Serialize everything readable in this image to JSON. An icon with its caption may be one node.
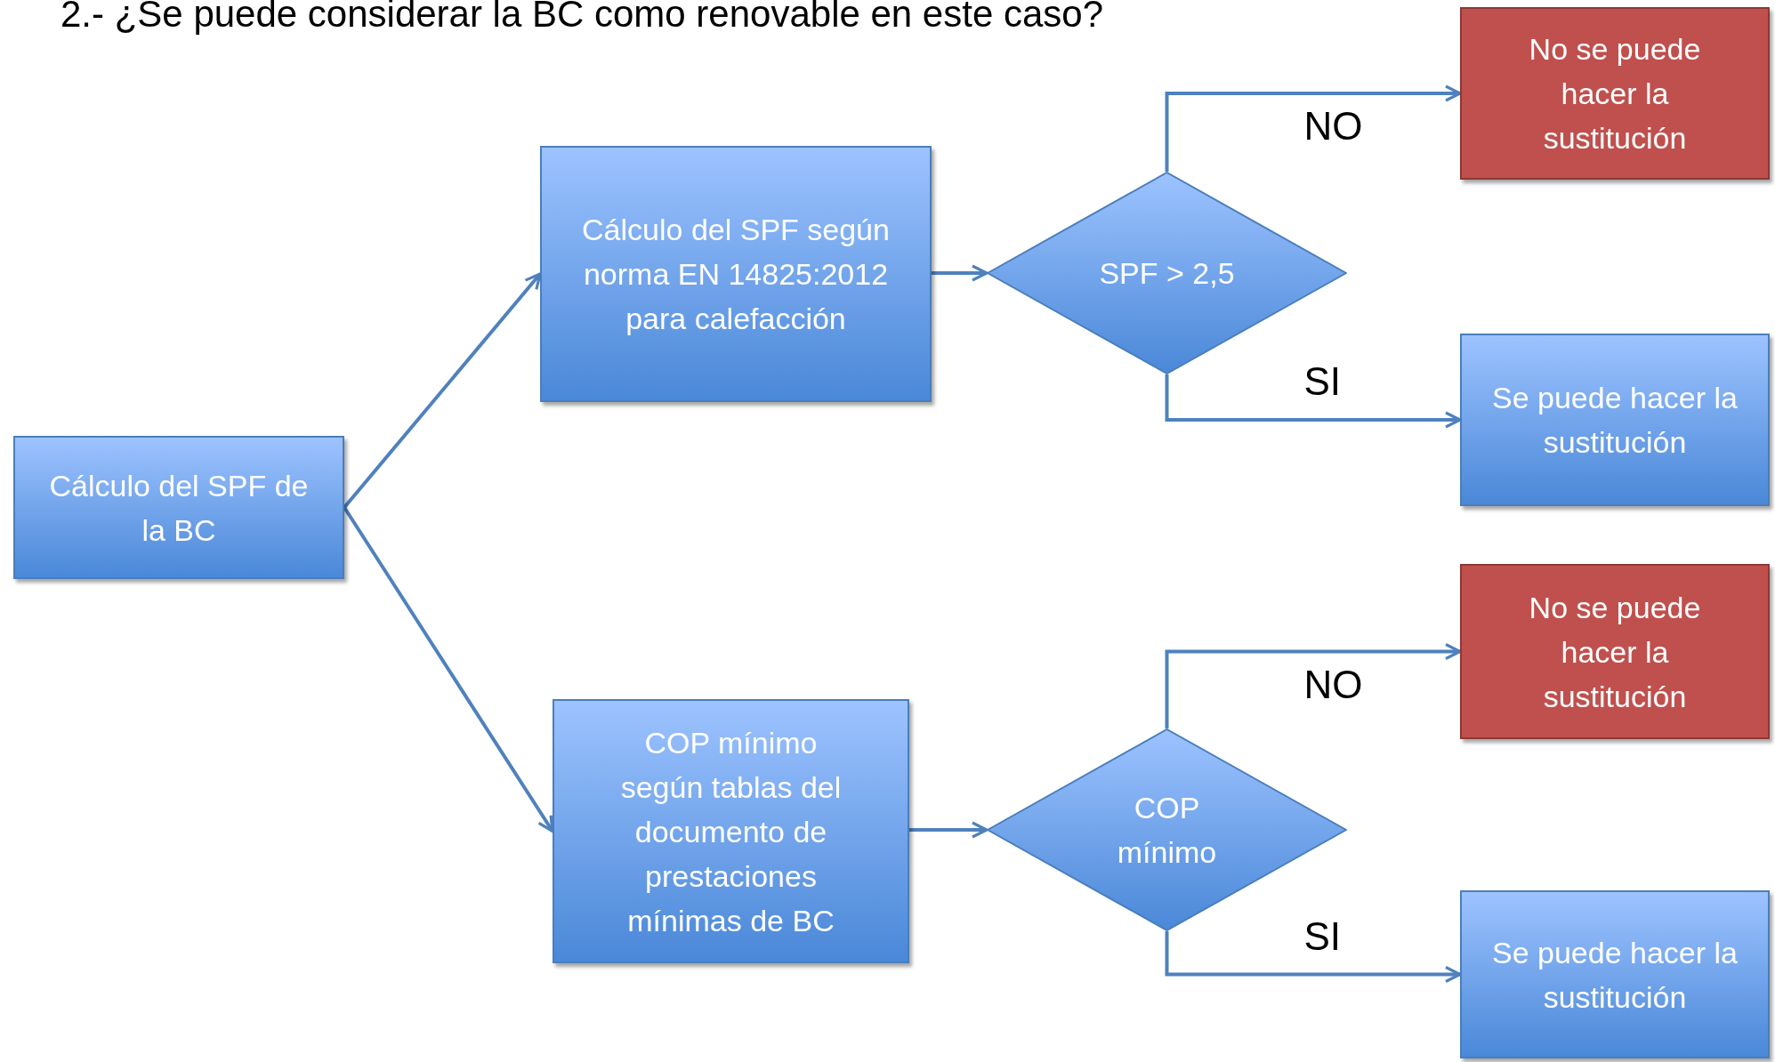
{
  "diagram": {
    "title": "2.- ¿Se puede considerar la BC como renovable en este caso?",
    "nodes": [
      {
        "text": [
          "Cálculo del SPF de la BC"
        ]
      },
      {
        "text": [
          "Cálculo del SPF según norma EN 14825:2012 para calefacción"
        ]
      },
      {
        "text": [
          "SPF > 2,5"
        ]
      },
      {
        "text": [
          "No se puede hacer la sustitución"
        ]
      },
      {
        "text": [
          "Se puede hacer la sustitución"
        ]
      },
      {
        "text": [
          "COP mínimo según tablas del documento de prestaciones mínimas de BC"
        ]
      },
      {
        "text": [
          "COP mínimo"
        ]
      },
      {
        "text": [
          "No se puede hacer la sustitución"
        ]
      },
      {
        "text": [
          "Se puede hacer la sustitución"
        ]
      }
    ],
    "edges": [
      {
        "from": 0,
        "to": 1,
        "arrow": "to"
      },
      {
        "from": 0,
        "to": 5,
        "arrow": "to"
      },
      {
        "from": 1,
        "to": 2,
        "arrow": "to"
      },
      {
        "from": 2,
        "to": 3,
        "arrow": "to",
        "label": "NO"
      },
      {
        "from": 2,
        "to": 4,
        "arrow": "to",
        "label": "SI"
      },
      {
        "from": 5,
        "to": 6,
        "arrow": "to"
      },
      {
        "from": 6,
        "to": 7,
        "arrow": "to",
        "label": "NO"
      },
      {
        "from": 6,
        "to": 8,
        "arrow": "to",
        "label": "SI"
      }
    ]
  }
}
